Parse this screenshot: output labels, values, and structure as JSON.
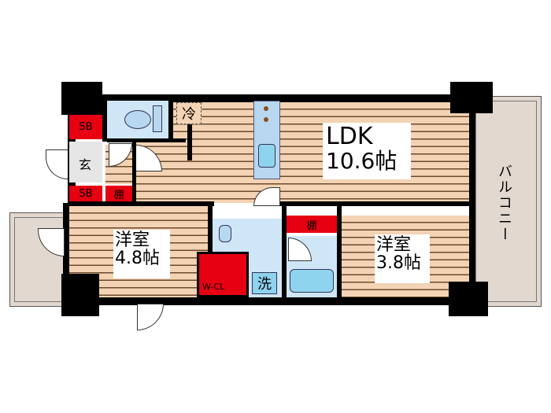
{
  "floor_plan": {
    "rooms": {
      "ldk": {
        "name": "LDK",
        "size": "10.6帖"
      },
      "western_room_1": {
        "name": "洋室",
        "size": "4.8帖"
      },
      "western_room_2": {
        "name": "洋室",
        "size": "3.8帖"
      },
      "balcony": {
        "name": "バルコニー"
      }
    },
    "storage": {
      "sb_top": "SB",
      "sb_bottom": "SB",
      "shelf_entrance": "棚",
      "shelf_bath": "棚",
      "walk_in_closet": "W-CL"
    },
    "fixtures": {
      "entrance": "玄",
      "refrigerator": "冷",
      "washer": "洗"
    },
    "colors": {
      "floor": "#f3d3b3",
      "floor_lines": "#6b4a2e",
      "wet_area": "#cfe6f7",
      "storage": "#e60012",
      "balcony": "#e2d8d0",
      "wall": "#000000"
    }
  }
}
